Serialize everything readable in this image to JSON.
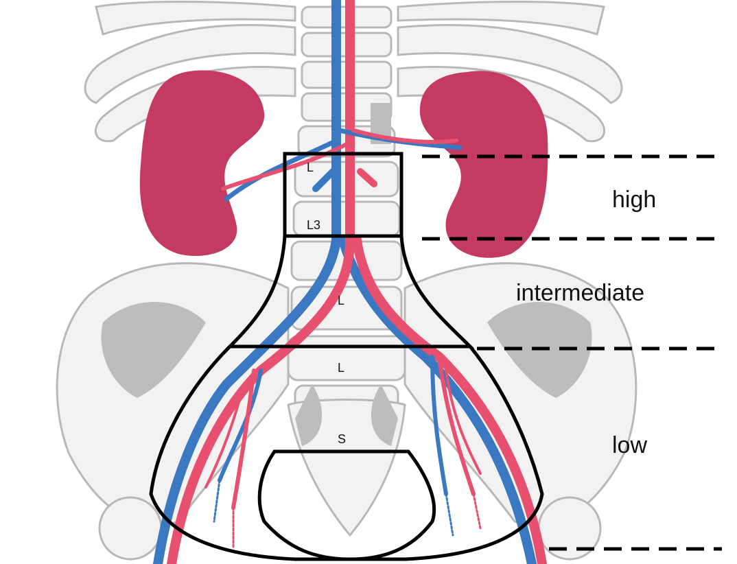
{
  "zones": {
    "high": "high",
    "intermediate": "intermediate",
    "low": "low"
  },
  "vertebra_labels": {
    "l_upper": "L",
    "l3": "L3",
    "l_mid": "L",
    "l_lower": "L",
    "sacrum": "S"
  },
  "colors": {
    "artery": "#e8506f",
    "vein": "#3a78c2",
    "kidney": "#c43a60",
    "bone_fill": "#f2f2f2",
    "bone_line": "#b8b8b8",
    "bone_shadow": "#bdbdbd",
    "outline": "#000000"
  }
}
